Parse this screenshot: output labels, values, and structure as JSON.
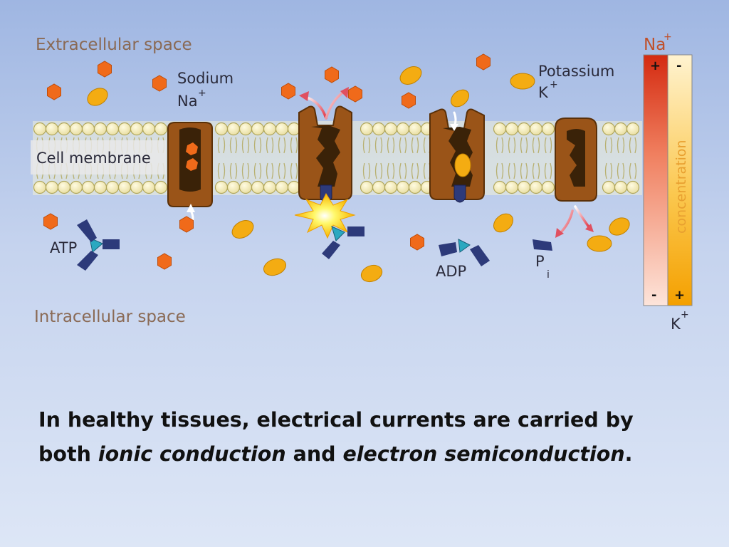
{
  "labels": {
    "extracellular": "Extracellular space",
    "intracellular": "Intracellular space",
    "cell_membrane": "Cell membrane",
    "sodium": "Sodium",
    "na": "Na",
    "potassium": "Potassium",
    "k": "K",
    "plus": "+",
    "minus": "-",
    "atp": "ATP",
    "adp": "ADP",
    "p": "P",
    "i": "i",
    "concentration": "concentration"
  },
  "caption": {
    "t1": "In healthy tissues, electrical currents are carried by both ",
    "t2": "ionic conduction",
    "t3": " and ",
    "t4": "electron semiconduction",
    "t5": "."
  },
  "colors": {
    "sodium_ion": "#f06a1a",
    "potassium_ion": "#f4ac12",
    "pump": "#9a5418",
    "pump_inner": "#3a2208",
    "phosphate": "#2d3a7a",
    "atp_core": "#2aa8c0",
    "lipid_head": "#f4edbb"
  },
  "icons": {
    "sodium_ion": "hexagon",
    "potassium_ion": "ellipse",
    "energy_burst": "star-burst",
    "flux_arrow": "curved-arrow"
  }
}
